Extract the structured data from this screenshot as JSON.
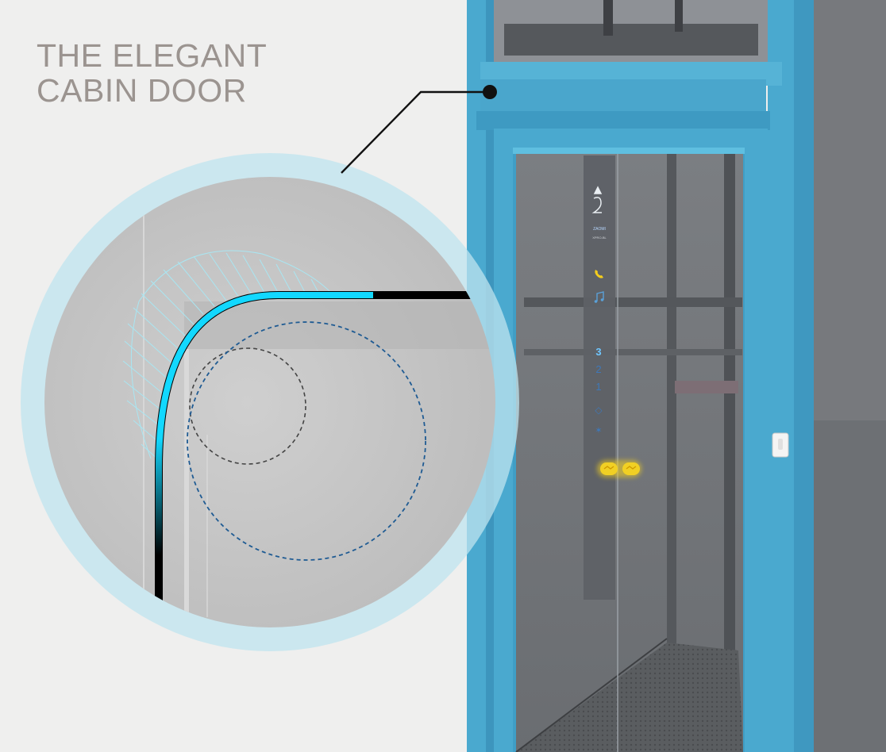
{
  "headline": {
    "line1": "THE ELEGANT",
    "line2": "CABIN DOOR"
  },
  "cop_panel": {
    "brand": "ZAOMI",
    "model": "XPRO-BL",
    "floors": [
      "3",
      "2",
      "1"
    ],
    "open_symbol": "◇",
    "close_symbol": "✶"
  },
  "colors": {
    "background": "#efefee",
    "frame_blue": "#4aa9cf",
    "frame_blue_dark": "#2f7fa6",
    "zoom_ring": "#bfe4ef",
    "zoom_fill": "#c6c6c6",
    "highlight_cyan": "#12d8ff",
    "hatch_lines": "#a9e6f2",
    "dashed_circle_blue": "#1f5b93",
    "panel_glow_yellow": "#f5d21a",
    "headline_grey": "#9b9490"
  },
  "icons": {
    "pointer": "callout-pointer-icon",
    "phone": "phone-icon",
    "music": "music-note-icon",
    "light_curtain": "light-curtain-icon"
  }
}
